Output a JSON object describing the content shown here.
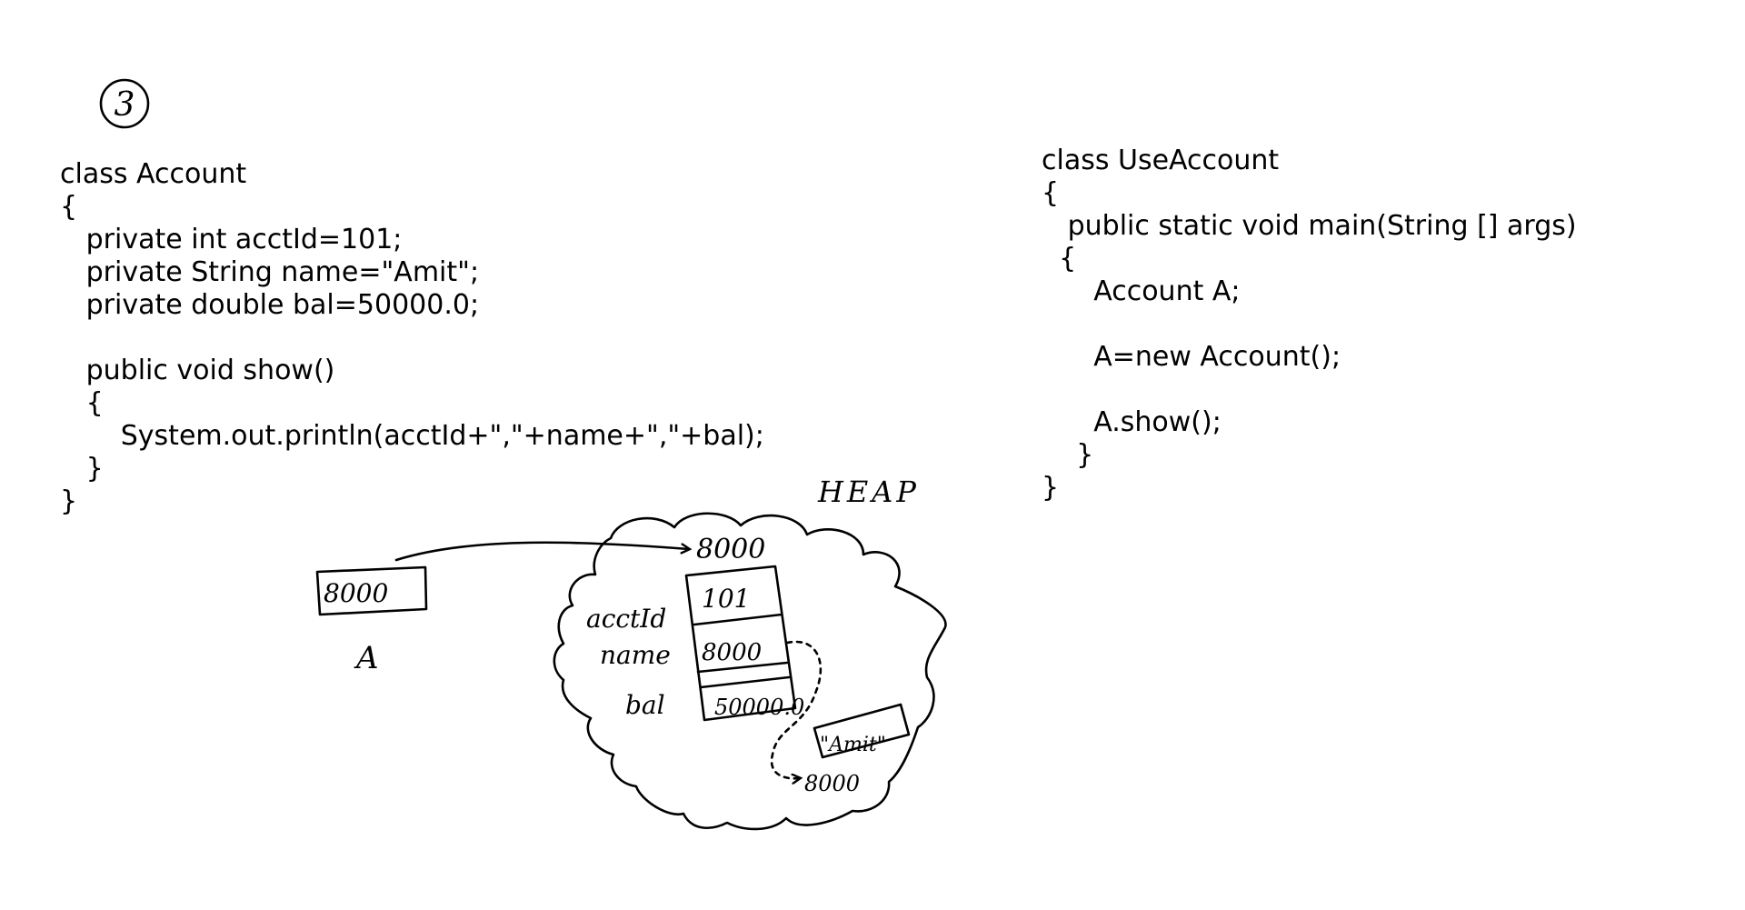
{
  "page_number": "3",
  "account_class": {
    "lines": [
      "class Account",
      "{",
      "   private int acctId=101;",
      "   private String name=\"Amit\";",
      "   private double bal=50000.0;",
      "",
      "   public void show()",
      "   {",
      "       System.out.println(acctId+\",\"+name+\",\"+bal);",
      "   }",
      "}"
    ]
  },
  "use_account_class": {
    "lines": [
      "class UseAccount",
      "{",
      "   public static void main(String [] args)",
      "  {",
      "      Account A;",
      "",
      "      A=new Account();",
      "",
      "      A.show();",
      "    }",
      "}"
    ]
  },
  "diagram": {
    "heap_label": "HEAP",
    "reference_value": "8000",
    "reference_name": "A",
    "object_address": "8000",
    "fields": [
      {
        "name": "acctId",
        "value": "101"
      },
      {
        "name": "name",
        "value": "8000"
      },
      {
        "name": "bal",
        "value": "50000.0"
      }
    ],
    "string_value": "\"Amit\"",
    "string_address": "8000",
    "colors": {
      "ink": "#000000",
      "background": "#ffffff"
    }
  }
}
